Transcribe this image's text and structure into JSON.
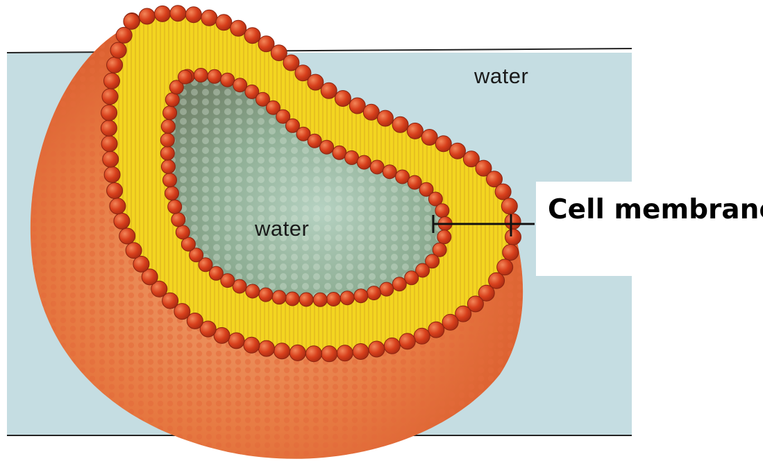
{
  "labels": {
    "outer_water": "water",
    "inner_water": "water",
    "callout": "Cell membrane"
  },
  "colors": {
    "water": "#c5dde2",
    "head": "#d7401c",
    "tails": "#f3d520",
    "sphere_outer": "#e2703a",
    "interior": "#8fb5a3"
  }
}
